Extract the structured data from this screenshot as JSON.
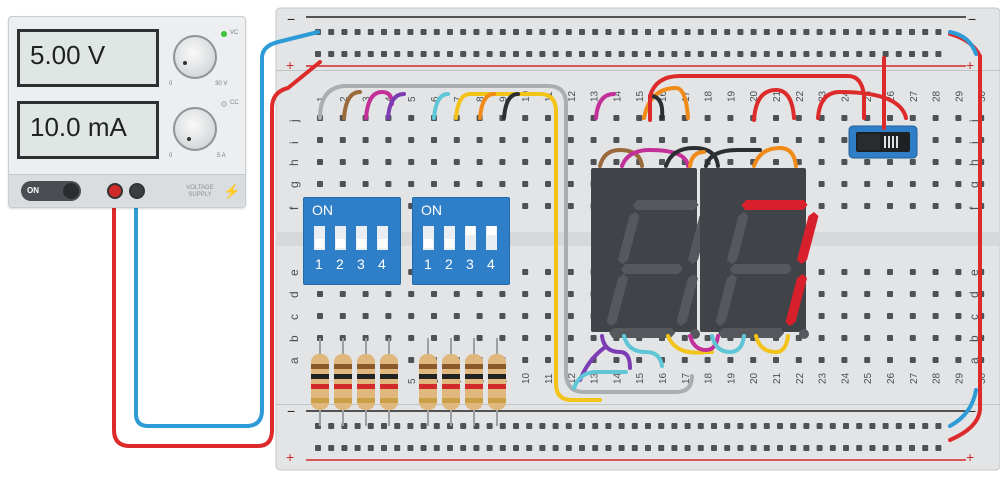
{
  "power_supply": {
    "voltage_display": "5.00 V",
    "current_display": "10.0 mA",
    "power_button_label": "ON",
    "device_label_line1": "VOLTAGE",
    "device_label_line2": "SUPPLY",
    "vc_label": "VC",
    "cc_label": "CC",
    "voltage_knob_min": "0",
    "voltage_knob_max": "30 V",
    "current_knob_min": "0",
    "current_knob_max": "5 A",
    "positive_terminal_color": "#d12a2a",
    "negative_terminal_color": "#3a3e42",
    "vc_led_color": "#3cc43c"
  },
  "breadboard": {
    "rail_minus_symbol": "−",
    "rail_plus_symbol": "+",
    "column_numbers": [
      "1",
      "2",
      "3",
      "4",
      "5",
      "6",
      "7",
      "8",
      "9",
      "10",
      "11",
      "12",
      "13",
      "14",
      "15",
      "16",
      "17",
      "18",
      "19",
      "20",
      "21",
      "22",
      "23",
      "24",
      "25",
      "26",
      "27",
      "28",
      "29",
      "30"
    ],
    "row_letters_top": [
      "j",
      "i",
      "h",
      "g",
      "f"
    ],
    "row_letters_bottom": [
      "e",
      "d",
      "c",
      "b",
      "a"
    ]
  },
  "dip_switches": [
    {
      "on_label": "ON",
      "switch_numbers": [
        "1",
        "2",
        "3",
        "4"
      ]
    },
    {
      "on_label": "ON",
      "switch_numbers": [
        "1",
        "2",
        "3",
        "4"
      ]
    }
  ],
  "seven_segment_displays": [
    {
      "lit_digit": "",
      "segment_color_off": "#55595d"
    },
    {
      "lit_digit": "7",
      "segment_color_on": "#d8202c"
    }
  ],
  "slide_switch": {
    "color": "#2f7fc8"
  },
  "colors": {
    "wire_red": "#dd2a2a",
    "wire_blue": "#2d9bd6",
    "wire_gray": "#a9aeb2",
    "wire_yellow": "#f2c318",
    "wire_orange": "#f08a18",
    "wire_brown": "#9a6a3c",
    "wire_magenta": "#c4309a",
    "wire_purple": "#7c3cb4",
    "wire_cyan": "#5fc6d8",
    "wire_black": "#2c2f32"
  }
}
